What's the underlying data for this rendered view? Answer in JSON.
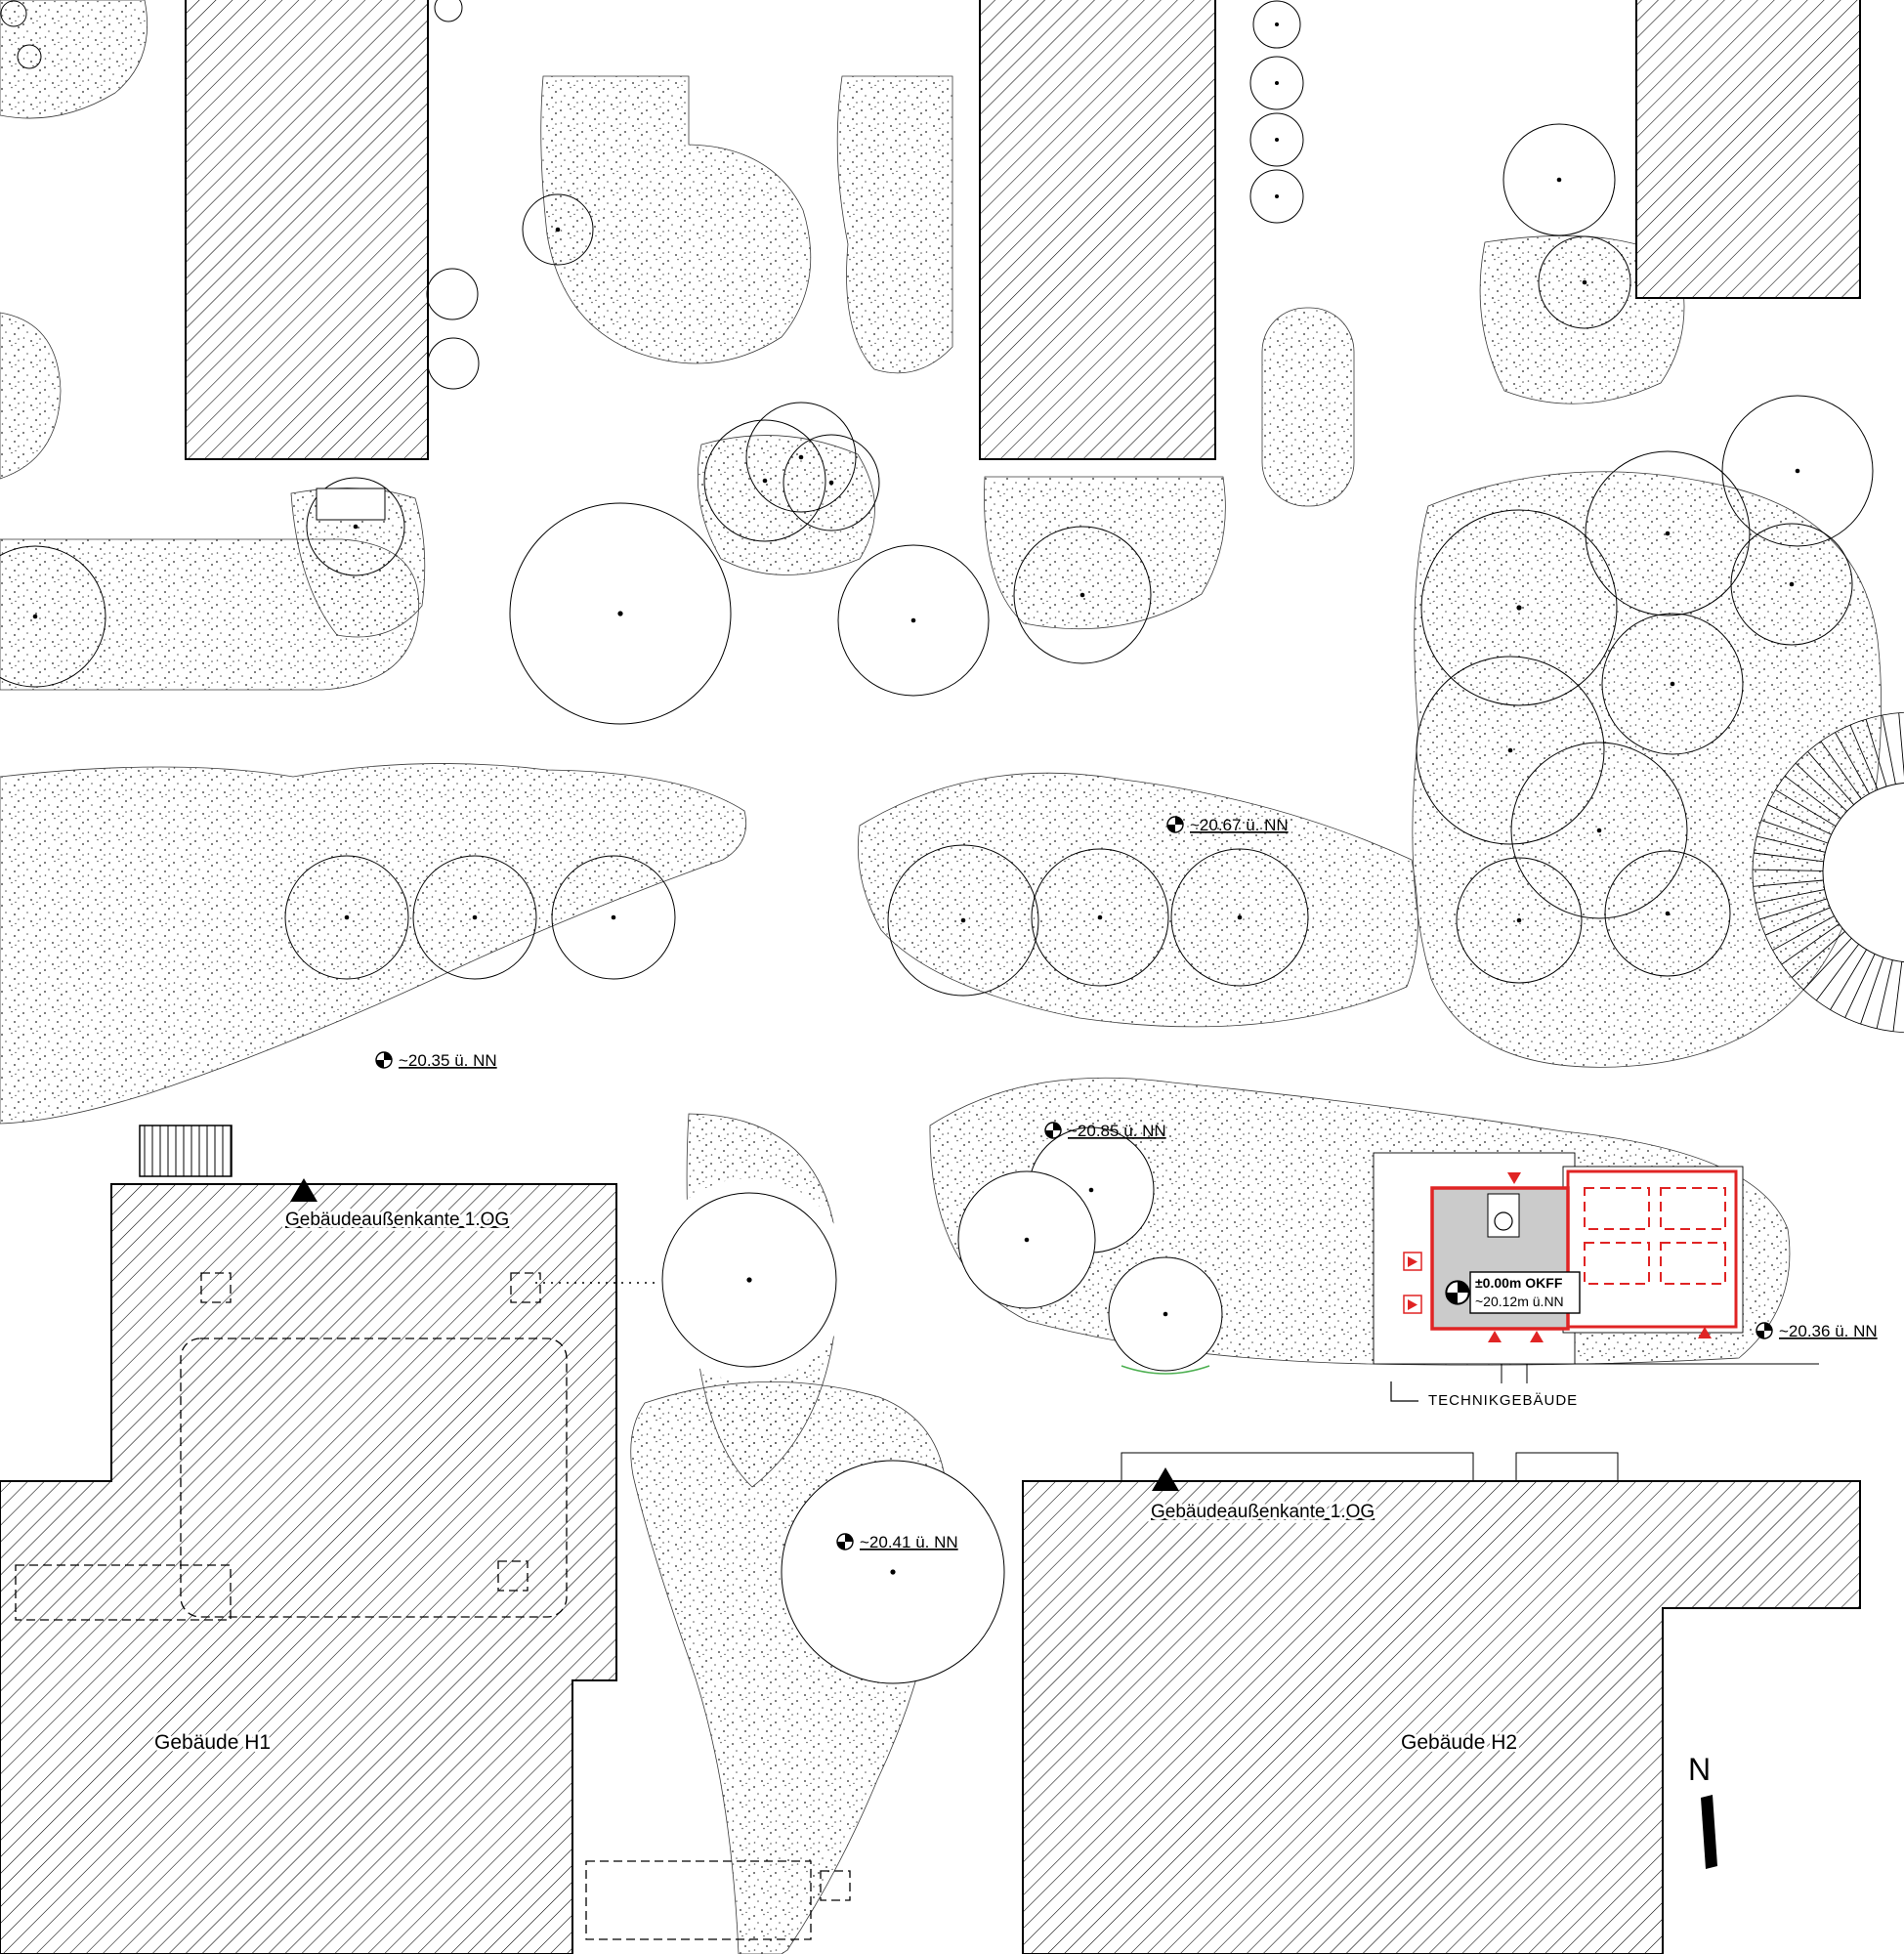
{
  "labels": {
    "building_h1": "Gebäude H1",
    "building_h2": "Gebäude H2",
    "technik_building": "TECHNIKGEBÄUDE",
    "north": "N"
  },
  "edge_labels": [
    "Gebäudeaußenkante 1.OG",
    "Gebäudeaußenkante 1.OG"
  ],
  "elevation_markers": [
    {
      "text": "~20.67 ü. NN"
    },
    {
      "text": "~20.35 ü. NN"
    },
    {
      "text": "~20.85 ü. NN"
    },
    {
      "text": "~20.41 ü. NN"
    },
    {
      "text": "~20.36 ü. NN"
    }
  ],
  "technik_elevation_box": {
    "line1": "±0.00m OKFF",
    "line2": "~20.12m ü.NN"
  },
  "colors": {
    "highlight_red": "#e02424",
    "building_gray": "#cbcbcb",
    "line_black": "#000000"
  }
}
